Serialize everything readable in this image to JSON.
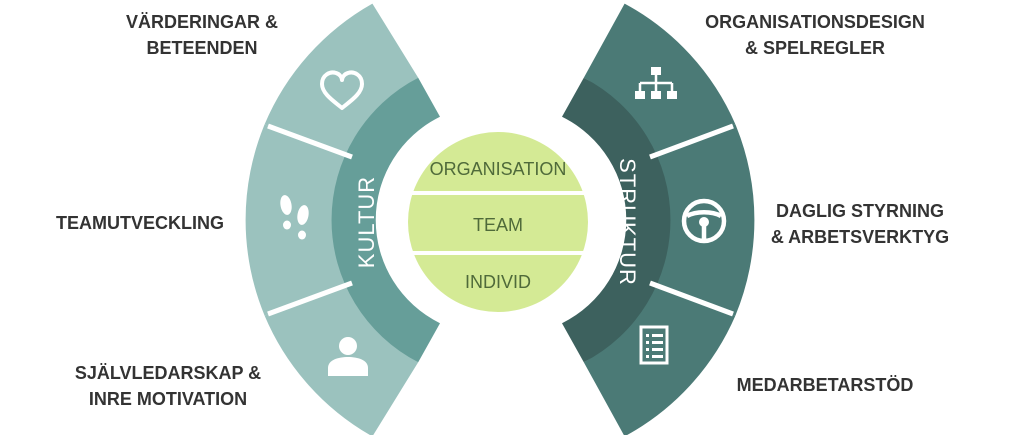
{
  "colors": {
    "kultur_outer": "#9bc2be",
    "kultur_inner": "#669e99",
    "struktur_outer": "#4b7a76",
    "struktur_inner": "#3d615e",
    "core": "#d4ea95",
    "core_text": "#4f6a3a",
    "label_text": "#333333"
  },
  "core": {
    "items": [
      "ORGANISATION",
      "TEAM",
      "INDIVID"
    ]
  },
  "kultur": {
    "label": "KULTUR",
    "segments": [
      {
        "lines": [
          "VÄRDERINGAR &",
          "BETEENDEN"
        ],
        "icon": "heart-icon"
      },
      {
        "lines": [
          "TEAMUTVECKLING"
        ],
        "icon": "footprints-icon"
      },
      {
        "lines": [
          "SJÄLVLEDARSKAP &",
          "INRE MOTIVATION"
        ],
        "icon": "person-icon"
      }
    ]
  },
  "struktur": {
    "label": "STRUKTUR",
    "segments": [
      {
        "lines": [
          "ORGANISATIONSDESIGN",
          "& SPELREGLER"
        ],
        "icon": "org-chart-icon"
      },
      {
        "lines": [
          "DAGLIG STYRNING",
          "& ARBETSVERKTYG"
        ],
        "icon": "steering-wheel-icon"
      },
      {
        "lines": [
          "MEDARBETARSTÖD"
        ],
        "icon": "checklist-icon"
      }
    ]
  }
}
